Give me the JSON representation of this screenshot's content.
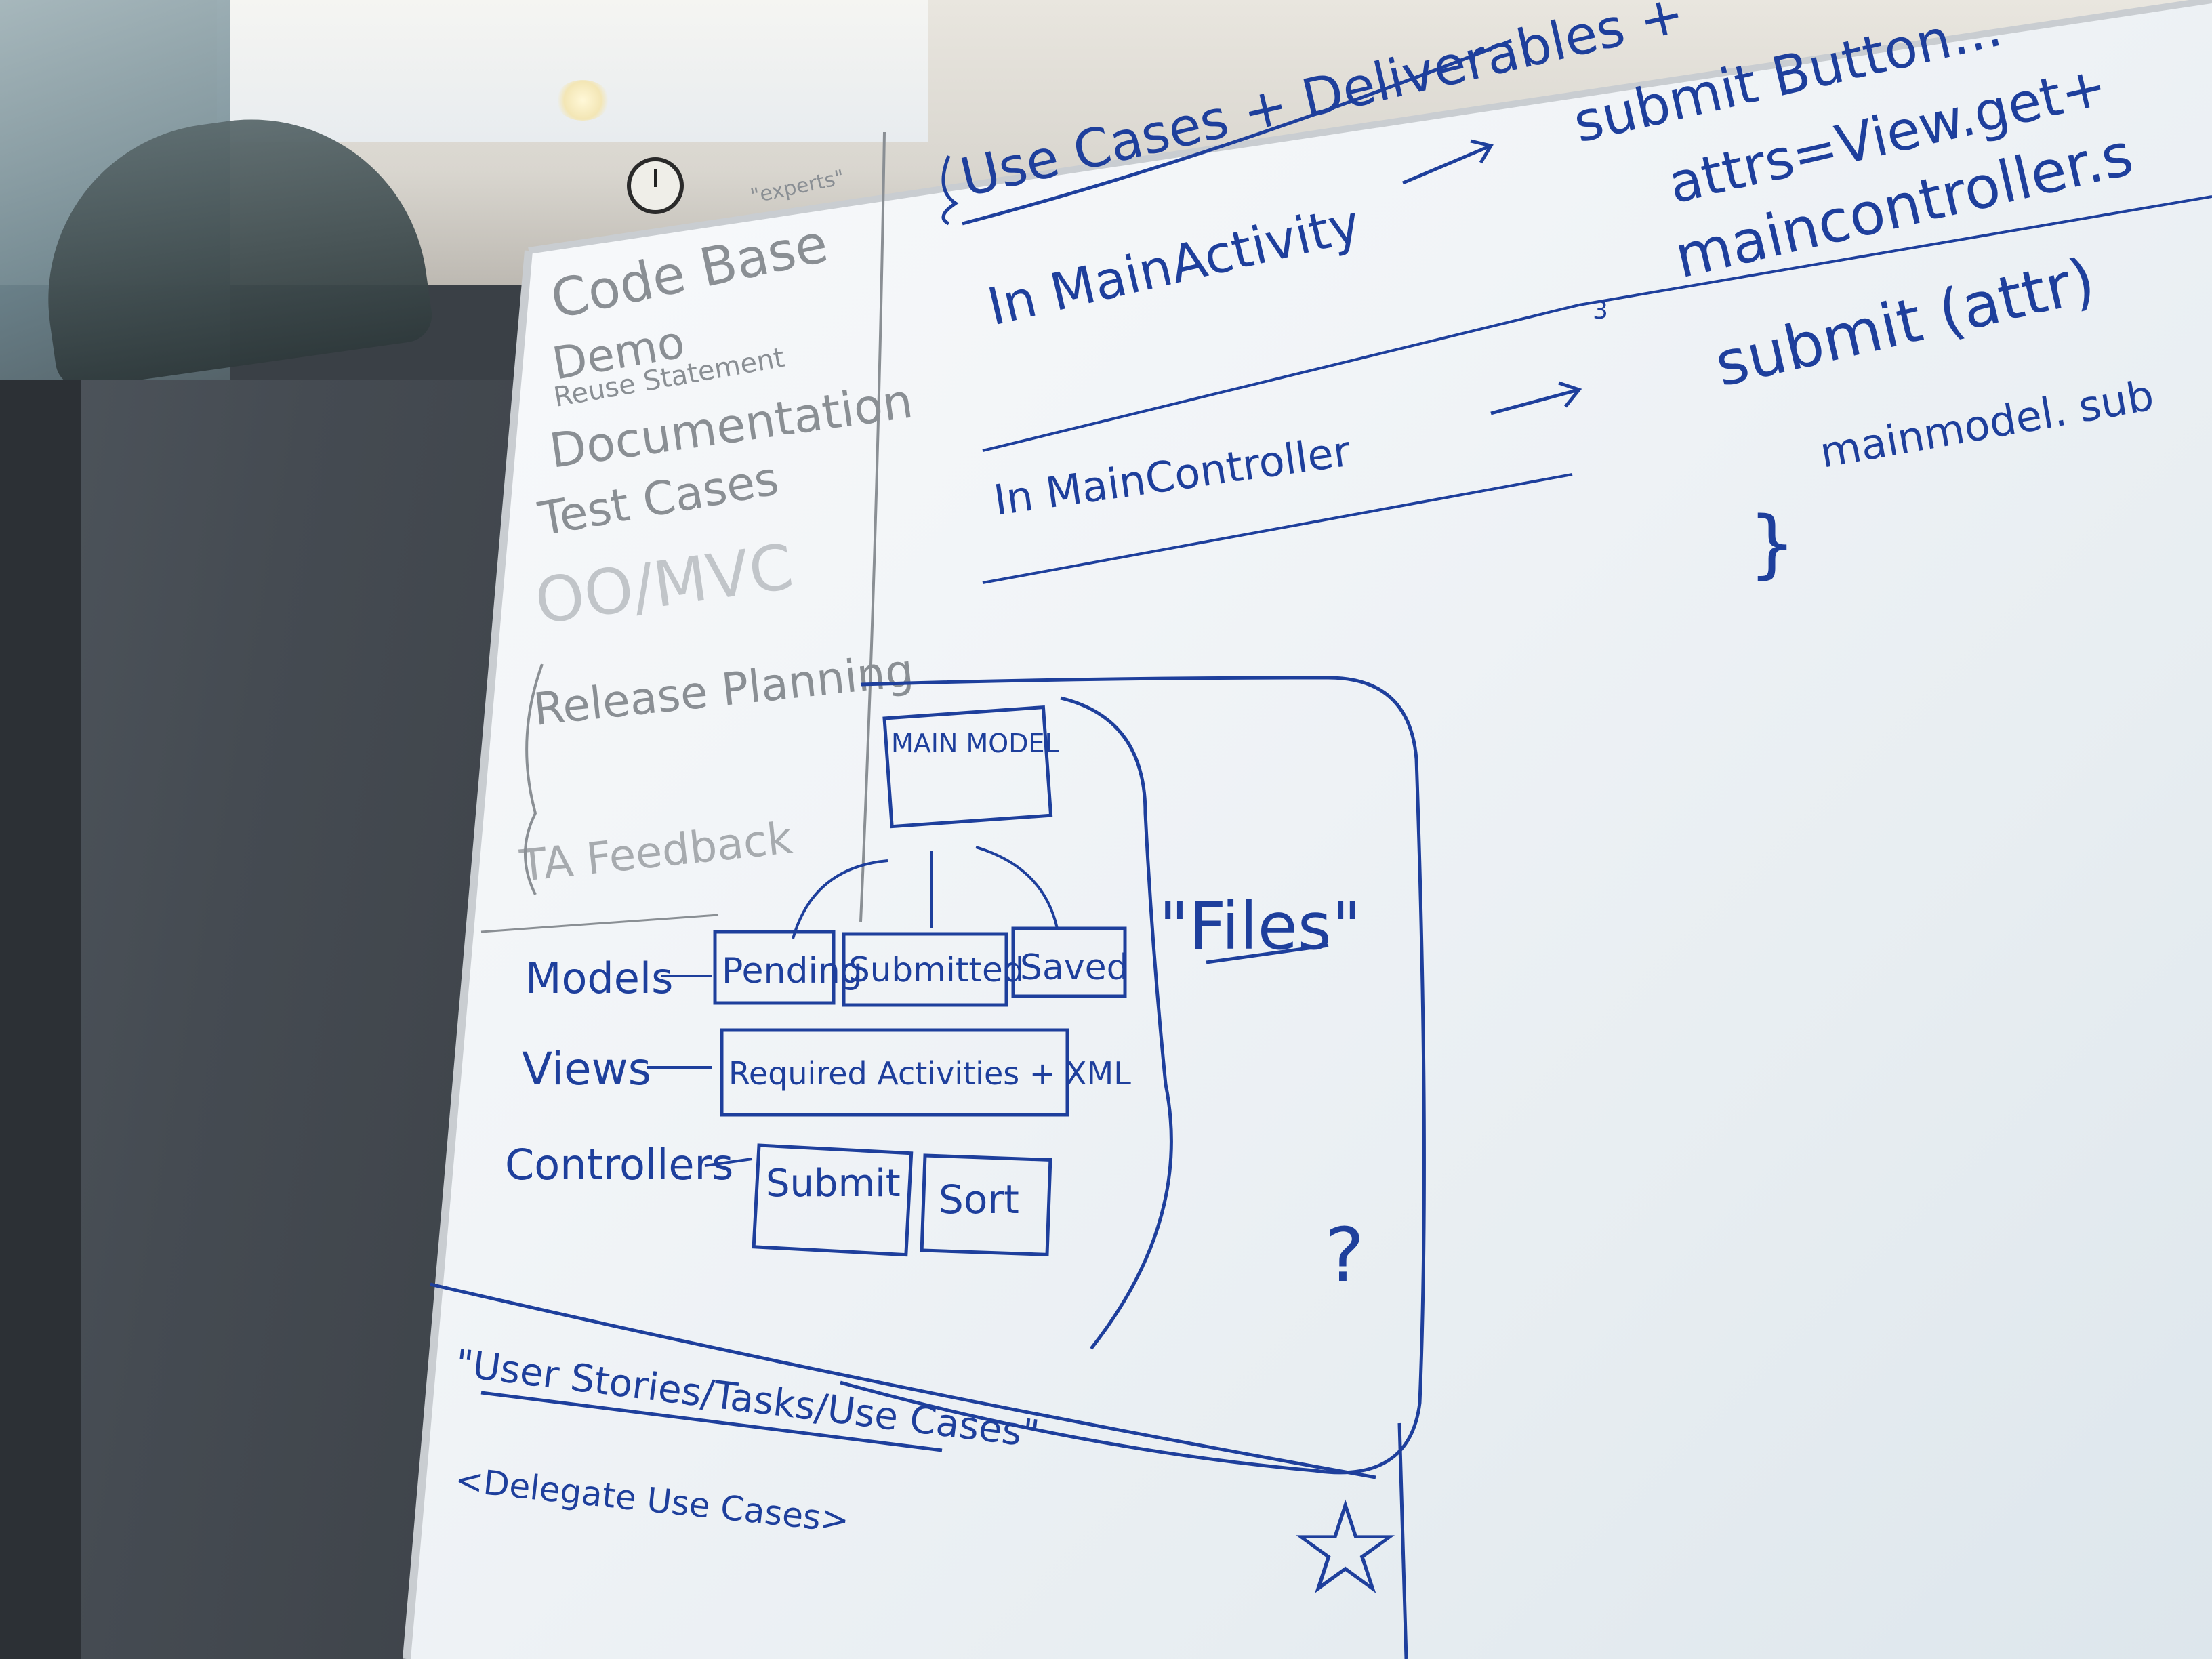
{
  "photo": {
    "board_left": {
      "experts_note": "\"experts\"",
      "items": [
        "Code Base",
        "Demo",
        "Reuse Statement",
        "Documentation",
        "Test Cases",
        "OO/MVC",
        "Release Planning",
        "TA Feedback"
      ]
    },
    "board_top": {
      "header": "Use Cases + Deliverables +",
      "line1_left": "In MainActivity",
      "line1_right": "submit Button...",
      "line2": "attrs=View.get+",
      "line3": "maincontroller.s",
      "brace_small": "3",
      "line4": "submit (attr)",
      "line5_left": "In MainController",
      "line6": "mainmodel. sub",
      "brace_close": "}"
    },
    "diagram": {
      "main_model": "MAIN MODEL",
      "models_label": "Models",
      "models_boxes": [
        "Pending",
        "Submitted",
        "Saved"
      ],
      "views_label": "Views",
      "views_box": "Required Activities + XML",
      "controllers_label": "Controllers",
      "controller_boxes": [
        "Submit",
        "Sort"
      ],
      "files_label": "\"Files\"",
      "question": "?"
    },
    "bottom": {
      "stories": "\"User Stories/Tasks/Use Cases\"",
      "delegate": "<Delegate Use Cases>",
      "star": "☆"
    },
    "colors": {
      "ink_blue": "#1e3f9c",
      "ink_faded": "#8a8f94",
      "board": "#f3f6f8"
    }
  }
}
